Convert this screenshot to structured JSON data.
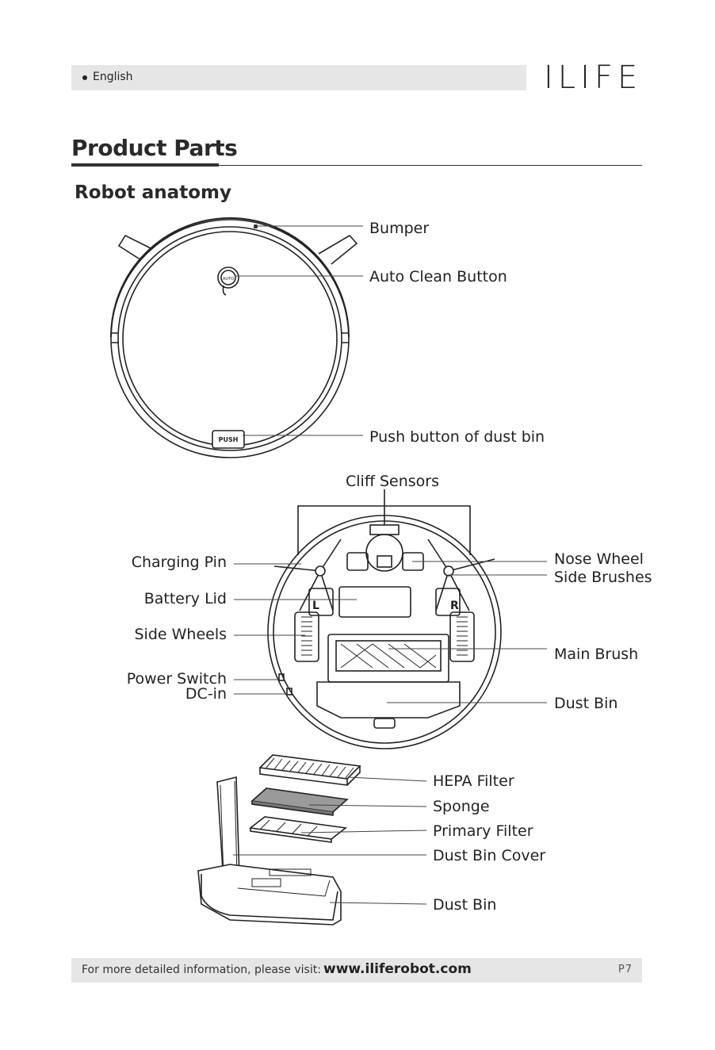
{
  "header": {
    "language": "English",
    "brand": "ILIFE"
  },
  "section": {
    "title": "Product Parts",
    "subtitle": "Robot anatomy"
  },
  "top_view_labels": {
    "bumper": "Bumper",
    "auto_clean_button": "Auto Clean Button",
    "push_button": "Push button of dust bin",
    "auto_badge": "AUTO",
    "push_badge": "PUSH"
  },
  "bottom_view_labels": {
    "cliff_sensors": "Cliff Sensors",
    "charging_pin": "Charging Pin",
    "battery_lid": "Battery Lid",
    "side_wheels": "Side Wheels",
    "power_switch": "Power Switch",
    "dc_in": "DC-in",
    "nose_wheel": "Nose Wheel",
    "side_brushes": "Side Brushes",
    "main_brush": "Main Brush",
    "dust_bin": "Dust Bin",
    "left_mark": "L",
    "right_mark": "R"
  },
  "dust_bin_labels": {
    "hepa_filter": "HEPA Filter",
    "sponge": "Sponge",
    "primary_filter": "Primary Filter",
    "dust_bin_cover": "Dust Bin Cover",
    "dust_bin": "Dust Bin"
  },
  "footer": {
    "text": "For more detailed information, please visit:",
    "url": "www.iliferobot.com",
    "page": "P7"
  }
}
